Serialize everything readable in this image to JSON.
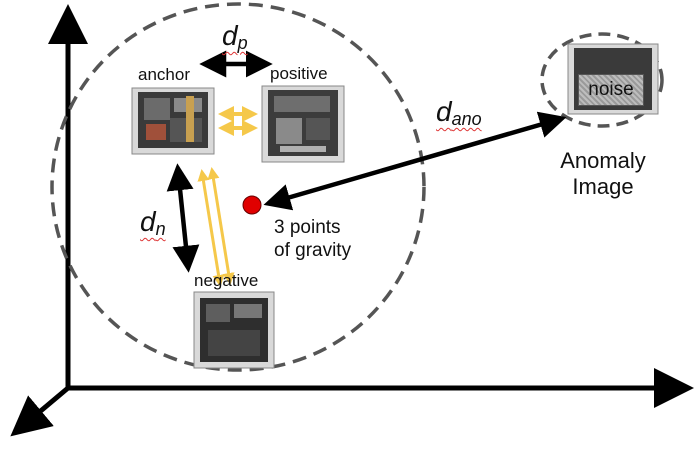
{
  "labels": {
    "anchor": "anchor",
    "positive": "positive",
    "negative": "negative",
    "gravity_line1": "3 points",
    "gravity_line2": "of gravity",
    "anomaly_line1": "Anomaly",
    "anomaly_line2": "Image",
    "noise": "noise"
  },
  "distances": {
    "dp_base": "d",
    "dp_sub": "p",
    "dn_base": "d",
    "dn_sub": "n",
    "dano_base": "d",
    "dano_sub": "ano"
  },
  "colors": {
    "axis": "#000000",
    "dashed_circle": "#555555",
    "gravity_point": "#e00000",
    "yellow_arrow": "#f5c84a",
    "black_arrow": "#000000"
  }
}
